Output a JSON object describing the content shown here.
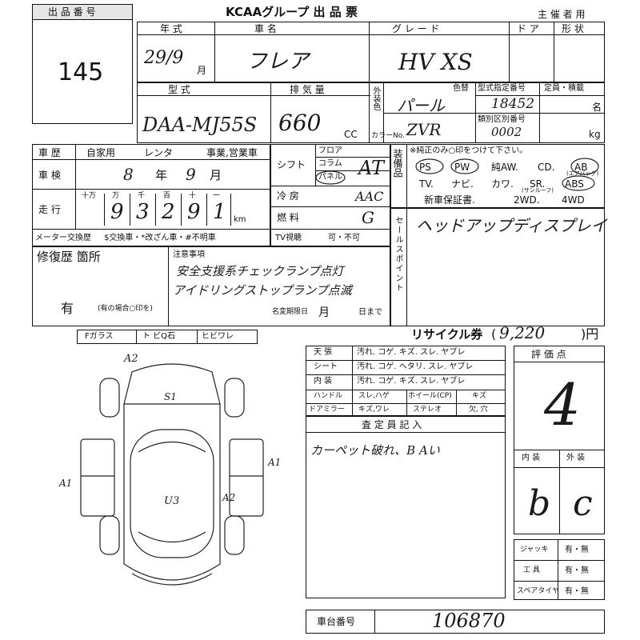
{
  "header": {
    "lot_label": "出 品 番 号",
    "lot_number": "145",
    "title": "KCAAグループ 出 品 票",
    "organizer": "主 催 者 用"
  },
  "row1": {
    "year_label": "年 式",
    "model_name_label": "車 名",
    "grade_label": "グ レ ー ド",
    "door_label": "ド ア",
    "body_type_label": "形 状",
    "year_value": "29/9",
    "month_suffix": "月",
    "model_name_value": "フレア",
    "grade_value": "HV XS"
  },
  "row2": {
    "type_label": "型 式",
    "displacement_label": "排 気 量",
    "exterior_label": "外装色",
    "color_label": "色替",
    "type_cert_label": "型式指定番号",
    "category_label": "類別区別番号",
    "capacity_label": "定員・積載",
    "color_no_label": "カラーNo.",
    "person_unit": "名",
    "kg_unit": "kg",
    "type_value": "DAA-MJ55S",
    "displacement_value": "660",
    "cc_unit": "CC",
    "color_value": "パール",
    "color_code_value": "ZVR",
    "type_cert_value": "18452",
    "category_value": "0002"
  },
  "history": {
    "label": "車 歴",
    "options": [
      "自家用",
      "レンタ",
      "事業,営業車"
    ],
    "inspection_label": "車 検",
    "inspection_value_year": "8",
    "inspection_year_unit": "年",
    "inspection_value_month": "9",
    "inspection_month_unit": "月",
    "mileage_label": "走 行",
    "digit_labels": [
      "十万",
      "万",
      "千",
      "百",
      "十",
      "一"
    ],
    "mileage_digits": [
      "",
      "9",
      "3",
      "2",
      "9",
      "1"
    ],
    "km_unit": "km",
    "meter_label": "メーター交換歴",
    "meter_options": "$交換車・*改ざん車・#不明車",
    "tv_label": "TV視聴",
    "tv_options": "可・不可"
  },
  "shift": {
    "label": "シフト",
    "options": [
      "フロア",
      "コラム",
      "パネル"
    ],
    "value": "AT",
    "ac_label": "冷 房",
    "ac_value": "AAC",
    "fuel_label": "燃 料",
    "fuel_value": "G"
  },
  "equipment": {
    "label": "装備品",
    "note": "※純正のみ○印をつけて下さい。",
    "line1": [
      "PS",
      "PW",
      "純AW.",
      "CD.",
      "AB"
    ],
    "airbag_note": "(エアバッグ)",
    "line2": [
      "TV.",
      "ナビ.",
      "カワ.",
      "SR.",
      "ABS"
    ],
    "sunroof_note": "(サンルーフ)",
    "line3": [
      "新車保証書.",
      "2WD.",
      "4WD"
    ]
  },
  "sales_point": {
    "label": "セールスポイント",
    "value": "ヘッドアップディスプレイ"
  },
  "repair": {
    "label": "修復歴 箇所",
    "notes_label": "注意事項",
    "notes": [
      "安全支援系チェックランプ点灯",
      "アイドリングストップランプ点滅"
    ],
    "status": "有",
    "status_note": "(有の場合○印を)",
    "name_change_label": "名変期限日",
    "month_unit": "月",
    "day_unit": "日まで"
  },
  "glass": {
    "items": [
      "Fガラス",
      "ト ビQ石",
      "ヒビワレ"
    ]
  },
  "diagram": {
    "marks": [
      "A2",
      "S1",
      "A1",
      "A1",
      "U3",
      "A2"
    ]
  },
  "recycle": {
    "label": "リサイクル券",
    "value": "9,220",
    "unit": ")円",
    "open_paren": "("
  },
  "interior_check": {
    "rows": [
      {
        "label": "天 張",
        "options": "汚れ. コゲ. キズ. スレ. ヤブレ"
      },
      {
        "label": "シート",
        "options": "汚れ. コゲ. ヘタリ. スレ. ヤブレ"
      },
      {
        "label": "内 装",
        "options": "汚れ. コゲ. キズ. スレ. ヤブレ"
      }
    ],
    "handle_label": "ハンドル",
    "handle_options": "スレ,ハゲ",
    "wheel_label": "ホイール(CP)",
    "wheel_options": "キズ",
    "mirror_label": "ドアミラー",
    "mirror_options": "キズ,ワレ",
    "stereo_label": "ステレオ",
    "stereo_options": "欠, 穴"
  },
  "inspector": {
    "label": "査 定 員 記 入",
    "comment": "カーペット破れ、B Aい"
  },
  "score": {
    "label": "評 価 点",
    "value": "4",
    "interior_label": "内 装",
    "exterior_label": "外 装",
    "interior_value": "b",
    "exterior_value": "c"
  },
  "accessories": [
    {
      "label": "ジャッキ",
      "options": "有・無"
    },
    {
      "label": "工 具",
      "options": "有・無"
    },
    {
      "label": "スペアタイヤ",
      "options": "有・無"
    }
  ],
  "chassis": {
    "label": "車台番号",
    "value": "106870"
  }
}
